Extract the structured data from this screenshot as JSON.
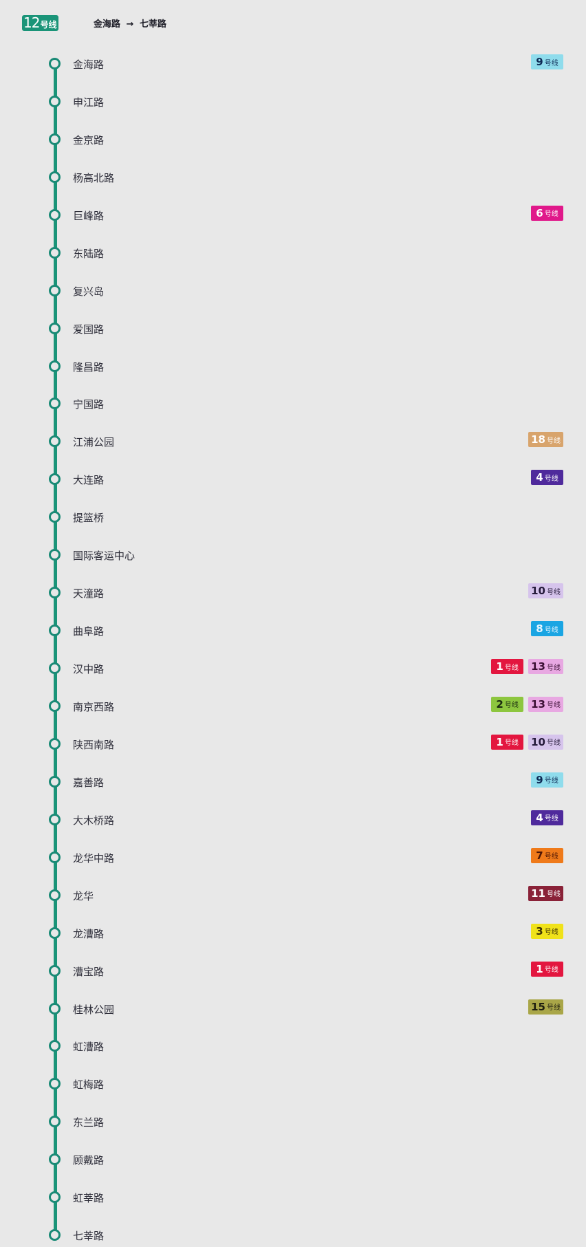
{
  "header": {
    "line_number": "12",
    "line_suffix": "号线",
    "line_color": "#1a9478",
    "origin": "金海路",
    "arrow": "→",
    "destination": "七莘路"
  },
  "transfer_lines": {
    "1": {
      "bg": "#e3163f",
      "fg": "#ffffff"
    },
    "2": {
      "bg": "#8dc63f",
      "fg": "#1a2a10"
    },
    "3": {
      "bg": "#f0e21a",
      "fg": "#3a2f05"
    },
    "4": {
      "bg": "#4f2a9c",
      "fg": "#ffffff"
    },
    "6": {
      "bg": "#e0188a",
      "fg": "#ffffff"
    },
    "7": {
      "bg": "#ef7a1a",
      "fg": "#4a1405"
    },
    "8": {
      "bg": "#1aa5e3",
      "fg": "#e8f6ff"
    },
    "9": {
      "bg": "#8fdcec",
      "fg": "#0e2a55"
    },
    "10": {
      "bg": "#d6c4ec",
      "fg": "#251a3a"
    },
    "11": {
      "bg": "#8a2238",
      "fg": "#ffffff"
    },
    "13": {
      "bg": "#e8a8e2",
      "fg": "#3a0f33"
    },
    "15": {
      "bg": "#a9a648",
      "fg": "#1e1e10"
    },
    "18": {
      "bg": "#d8a46c",
      "fg": "#ffffff"
    }
  },
  "badge_suffix": "号线",
  "stations": [
    {
      "name": "金海路",
      "transfers": [
        "9"
      ]
    },
    {
      "name": "申江路",
      "transfers": []
    },
    {
      "name": "金京路",
      "transfers": []
    },
    {
      "name": "杨高北路",
      "transfers": []
    },
    {
      "name": "巨峰路",
      "transfers": [
        "6"
      ]
    },
    {
      "name": "东陆路",
      "transfers": []
    },
    {
      "name": "复兴岛",
      "transfers": []
    },
    {
      "name": "爱国路",
      "transfers": []
    },
    {
      "name": "隆昌路",
      "transfers": []
    },
    {
      "name": "宁国路",
      "transfers": []
    },
    {
      "name": "江浦公园",
      "transfers": [
        "18"
      ]
    },
    {
      "name": "大连路",
      "transfers": [
        "4"
      ]
    },
    {
      "name": "提篮桥",
      "transfers": []
    },
    {
      "name": "国际客运中心",
      "transfers": []
    },
    {
      "name": "天潼路",
      "transfers": [
        "10"
      ]
    },
    {
      "name": "曲阜路",
      "transfers": [
        "8"
      ]
    },
    {
      "name": "汉中路",
      "transfers": [
        "1",
        "13"
      ]
    },
    {
      "name": "南京西路",
      "transfers": [
        "2",
        "13"
      ]
    },
    {
      "name": "陕西南路",
      "transfers": [
        "1",
        "10"
      ]
    },
    {
      "name": "嘉善路",
      "transfers": [
        "9"
      ]
    },
    {
      "name": "大木桥路",
      "transfers": [
        "4"
      ]
    },
    {
      "name": "龙华中路",
      "transfers": [
        "7"
      ]
    },
    {
      "name": "龙华",
      "transfers": [
        "11"
      ]
    },
    {
      "name": "龙漕路",
      "transfers": [
        "3"
      ]
    },
    {
      "name": "漕宝路",
      "transfers": [
        "1"
      ]
    },
    {
      "name": "桂林公园",
      "transfers": [
        "15"
      ]
    },
    {
      "name": "虹漕路",
      "transfers": []
    },
    {
      "name": "虹梅路",
      "transfers": []
    },
    {
      "name": "东兰路",
      "transfers": []
    },
    {
      "name": "顾戴路",
      "transfers": []
    },
    {
      "name": "虹莘路",
      "transfers": []
    },
    {
      "name": "七莘路",
      "transfers": []
    }
  ]
}
